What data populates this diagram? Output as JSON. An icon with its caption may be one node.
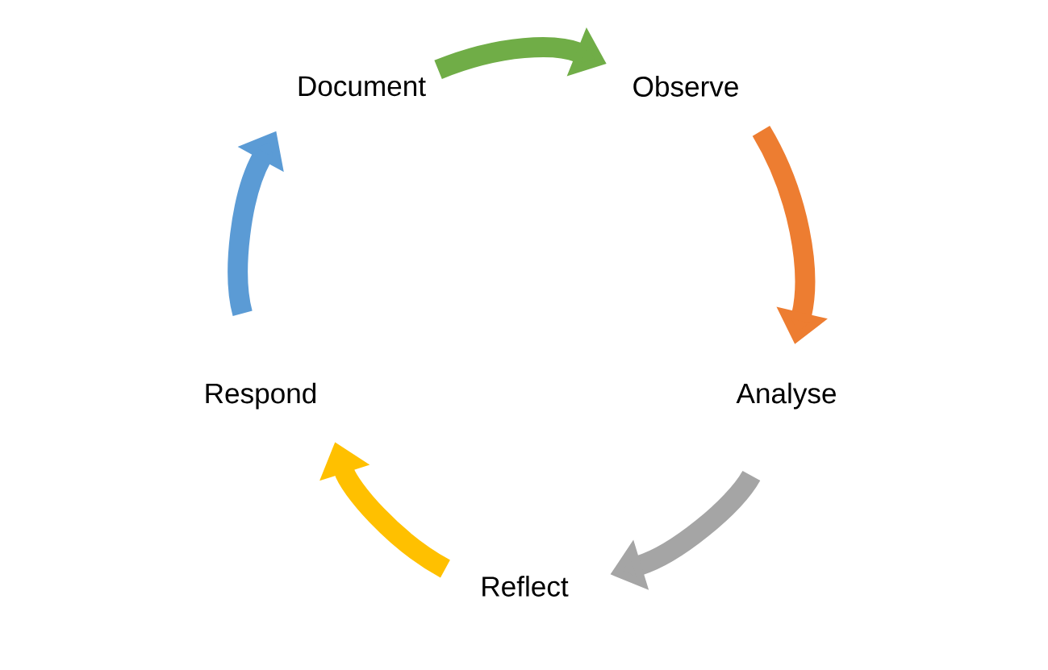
{
  "diagram": {
    "nodes": [
      {
        "text": [
          "Document"
        ]
      },
      {
        "text": [
          "Observe"
        ]
      },
      {
        "text": [
          "Analyse"
        ]
      },
      {
        "text": [
          "Reflect"
        ]
      },
      {
        "text": [
          "Respond"
        ]
      }
    ],
    "edges": [
      {
        "from": 0,
        "to": 1,
        "arrow": "to",
        "color": "#70ad47"
      },
      {
        "from": 1,
        "to": 2,
        "arrow": "to",
        "color": "#ed7d31"
      },
      {
        "from": 2,
        "to": 3,
        "arrow": "to",
        "color": "#a5a5a5"
      },
      {
        "from": 3,
        "to": 4,
        "arrow": "to",
        "color": "#ffc000"
      },
      {
        "from": 4,
        "to": 0,
        "arrow": "to",
        "color": "#5b9bd5"
      }
    ]
  }
}
